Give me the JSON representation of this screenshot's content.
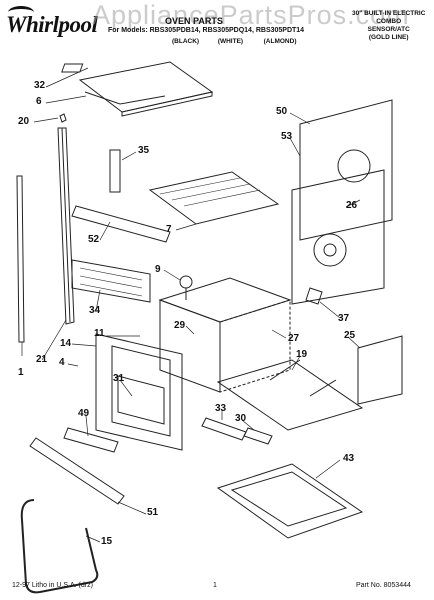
{
  "brand": "Whirlpool",
  "watermark": "AppliancePartsPros.com",
  "header": {
    "title": "OVEN PARTS",
    "model_line": "For Models: RBS305PDB14, RBS305PDQ14, RBS305PDT14",
    "colors": [
      "(BLACK)",
      "(WHITE)",
      "(ALMOND)"
    ],
    "description_lines": [
      "30\" BUILT-IN ELECTRIC",
      "COMBO",
      "SENSOR/ATC",
      "(GOLD LINE)"
    ]
  },
  "callouts": [
    "32",
    "6",
    "20",
    "50",
    "53",
    "35",
    "7",
    "26",
    "52",
    "9",
    "34",
    "37",
    "11",
    "29",
    "27",
    "25",
    "14",
    "4",
    "19",
    "31",
    "33",
    "30",
    "49",
    "43",
    "51",
    "21",
    "1",
    "15"
  ],
  "footer": {
    "left": "12-97 Litho in U.S.A. (drz)",
    "center": "1",
    "right": "Part No. 8053444"
  }
}
